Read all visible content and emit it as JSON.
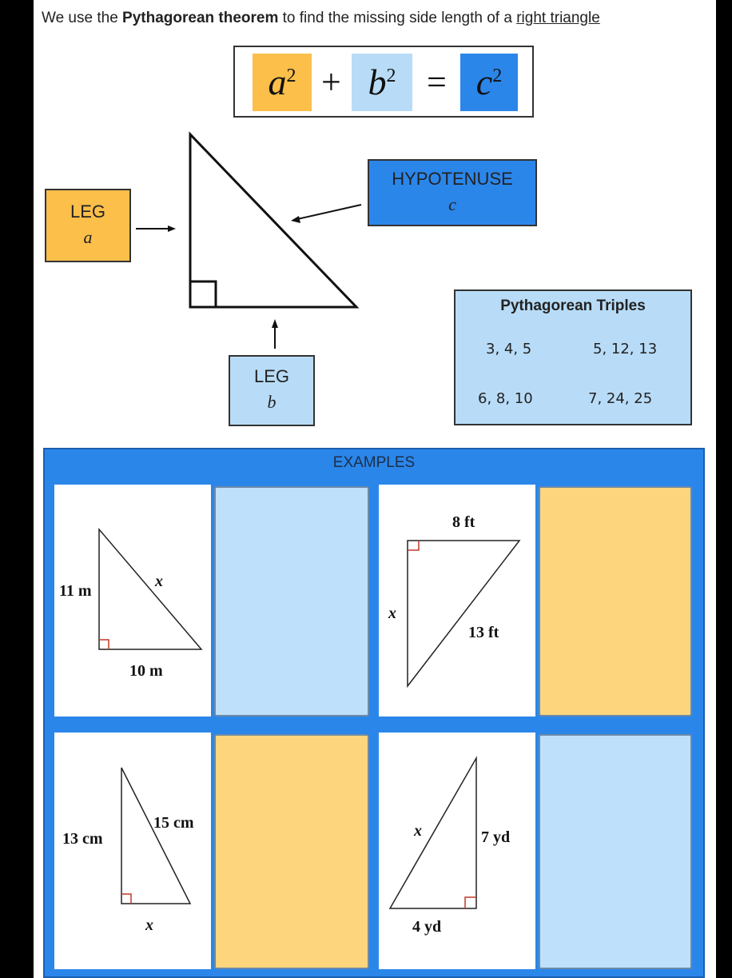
{
  "intro": {
    "prefix": "We use the ",
    "bold": "Pythagorean theorem",
    "middle": " to find the missing side length of a ",
    "underlined": "right triangle"
  },
  "formula": {
    "a": "a",
    "b": "b",
    "c": "c",
    "exp": "2",
    "plus": "+",
    "equals": "="
  },
  "labels": {
    "leg_a": {
      "title": "LEG",
      "var": "a"
    },
    "leg_b": {
      "title": "LEG",
      "var": "b"
    },
    "hypotenuse": {
      "title": "HYPOTENUSE",
      "var": "c"
    }
  },
  "triples": {
    "title": "Pythagorean Triples",
    "items": [
      "3, 4, 5",
      "5, 12, 13",
      "6, 8, 10",
      "7, 24, 25"
    ]
  },
  "examples": {
    "title": "EXAMPLES",
    "ex1": {
      "leg": "11 m",
      "base": "10 m",
      "hyp": "x"
    },
    "ex2": {
      "top": "8 ft",
      "hyp": "13 ft",
      "leg": "x"
    },
    "ex3": {
      "leg": "13 cm",
      "hyp": "15 cm",
      "base": "x"
    },
    "ex4": {
      "hyp": "x",
      "leg": "7 yd",
      "base": "4 yd"
    }
  },
  "colors": {
    "yellow": "#fbbf4a",
    "light_blue": "#b8dcf7",
    "blue": "#2b86ea",
    "answer_yellow": "#fcd57d",
    "answer_blue": "#bfe0fa"
  }
}
